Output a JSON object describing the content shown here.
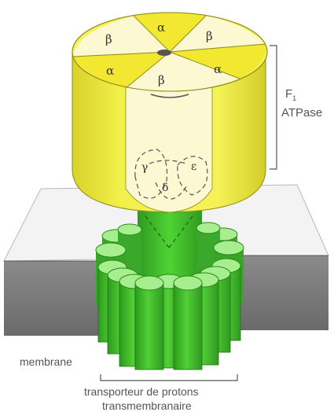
{
  "labels": {
    "f1_label": "F",
    "f1_subscript": "1",
    "atpase_label": "ATPase",
    "membrane": "membrane",
    "transporter_line1": "transporteur de protons",
    "transporter_line2": "transmembranaire"
  },
  "subunits": {
    "alpha": "α",
    "beta": "β",
    "gamma": "γ",
    "delta": "δ",
    "epsilon": "ε"
  },
  "colors": {
    "yellow": "#f2f04a",
    "cream": "#fbf8d2",
    "green": "#3fc32a",
    "light_green": "#a6ee8e",
    "membrane_top": "#f2f2f2",
    "membrane_side": "#6e6e6e"
  }
}
